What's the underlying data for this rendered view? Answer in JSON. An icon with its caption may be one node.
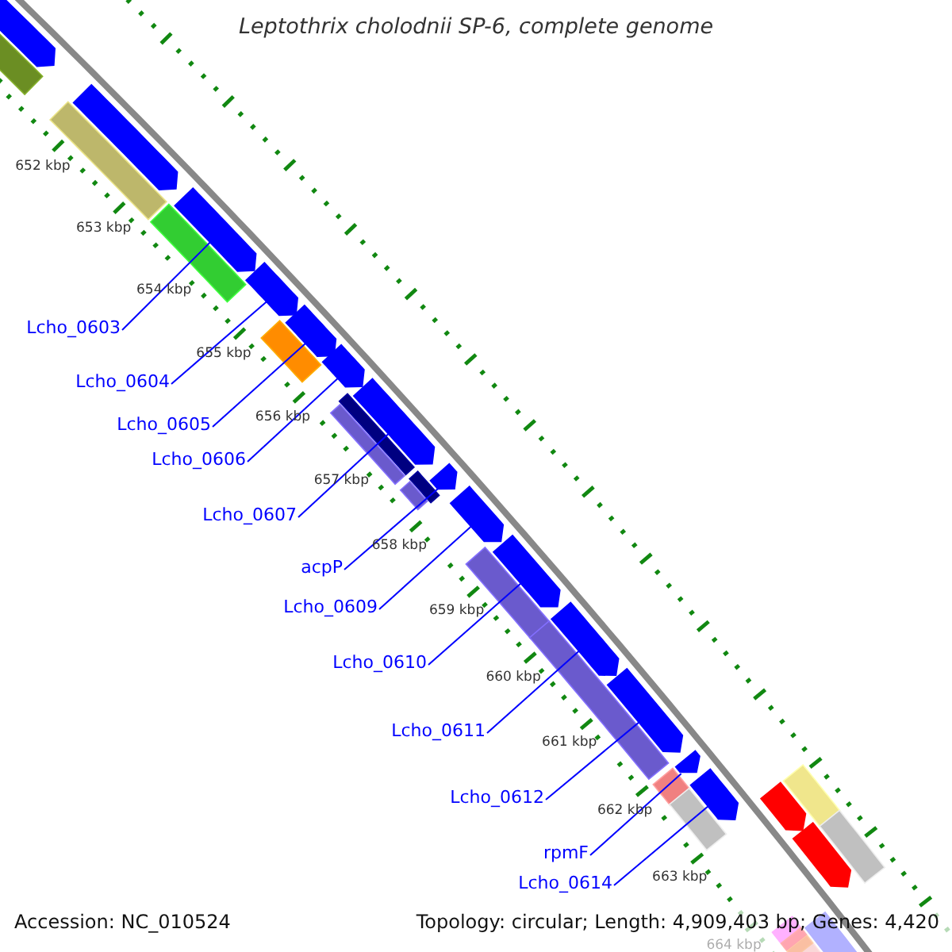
{
  "diagram": {
    "title": "Leptothrix cholodnii SP-6, complete genome",
    "nodes": [
      {
        "text": [
          "Lcho_0603"
        ]
      },
      {
        "text": [
          "Lcho_0604"
        ]
      },
      {
        "text": [
          "Lcho_0605"
        ]
      },
      {
        "text": [
          "Lcho_0606"
        ]
      },
      {
        "text": [
          "Lcho_0607"
        ]
      },
      {
        "text": [
          "acpP"
        ]
      },
      {
        "text": [
          "Lcho_0609"
        ]
      },
      {
        "text": [
          "Lcho_0610"
        ]
      },
      {
        "text": [
          "Lcho_0611"
        ]
      },
      {
        "text": [
          "Lcho_0612"
        ]
      },
      {
        "text": [
          "rpmF"
        ]
      },
      {
        "text": [
          "Lcho_0614"
        ]
      },
      {
        "text": [],
        "shape": "arrow"
      },
      {
        "text": [],
        "shape": "arrow"
      },
      {
        "text": [],
        "shape": "arrow"
      },
      {
        "text": [],
        "shape": "arrow"
      },
      {
        "text": [],
        "shape": "arrow"
      },
      {
        "text": [],
        "shape": "arrow"
      },
      {
        "text": [],
        "shape": "arrow"
      },
      {
        "text": [],
        "shape": "arrow"
      },
      {
        "text": [],
        "shape": "arrow"
      },
      {
        "text": [],
        "shape": "arrow"
      },
      {
        "text": [],
        "shape": "arrow"
      },
      {
        "text": [],
        "shape": "arrow"
      },
      {
        "text": [],
        "shape": "arrow"
      },
      {
        "text": [],
        "shape": "arrow"
      },
      {
        "text": [],
        "shape": "arrow"
      },
      {
        "text": [],
        "shape": "bar"
      },
      {
        "text": [],
        "shape": "bar"
      },
      {
        "text": [],
        "shape": "bar"
      },
      {
        "text": [],
        "shape": "bar"
      },
      {
        "text": [],
        "shape": "bar"
      },
      {
        "text": [],
        "shape": "bar"
      },
      {
        "text": [],
        "shape": "bar"
      },
      {
        "text": [],
        "shape": "bar"
      },
      {
        "text": [],
        "shape": "bar"
      },
      {
        "text": [],
        "shape": "bar"
      },
      {
        "text": [],
        "shape": "bar"
      },
      {
        "text": [],
        "shape": "bar"
      },
      {
        "text": [],
        "shape": "bar"
      },
      {
        "text": [],
        "shape": "bar"
      },
      {
        "text": [],
        "shape": "bar"
      },
      {
        "text": [],
        "shape": "arrow"
      },
      {
        "text": [],
        "shape": "arrow"
      },
      {
        "text": [],
        "shape": "bar"
      },
      {
        "text": [],
        "shape": "bar"
      }
    ],
    "edges": [
      {
        "from": 0,
        "to": 12,
        "arrow": "none"
      },
      {
        "from": 1,
        "to": 13,
        "arrow": "none"
      },
      {
        "from": 2,
        "to": 14,
        "arrow": "none"
      },
      {
        "from": 3,
        "to": 15,
        "arrow": "none"
      },
      {
        "from": 4,
        "to": 16,
        "arrow": "none"
      },
      {
        "from": 5,
        "to": 17,
        "arrow": "none"
      },
      {
        "from": 6,
        "to": 18,
        "arrow": "none"
      },
      {
        "from": 7,
        "to": 19,
        "arrow": "none"
      },
      {
        "from": 8,
        "to": 20,
        "arrow": "none"
      },
      {
        "from": 9,
        "to": 21,
        "arrow": "none"
      },
      {
        "from": 10,
        "to": 22,
        "arrow": "none"
      },
      {
        "from": 11,
        "to": 23,
        "arrow": "none"
      }
    ],
    "labels": [
      "652 kbp",
      "653 kbp",
      "654 kbp",
      "655 kbp",
      "656 kbp",
      "657 kbp",
      "658 kbp",
      "659 kbp",
      "660 kbp",
      "661 kbp",
      "662 kbp",
      "663 kbp",
      "664 kbp",
      "Accession: NC_010524",
      "Topology: circular; Length: 4,909,403 bp; Genes: 4,420"
    ]
  }
}
